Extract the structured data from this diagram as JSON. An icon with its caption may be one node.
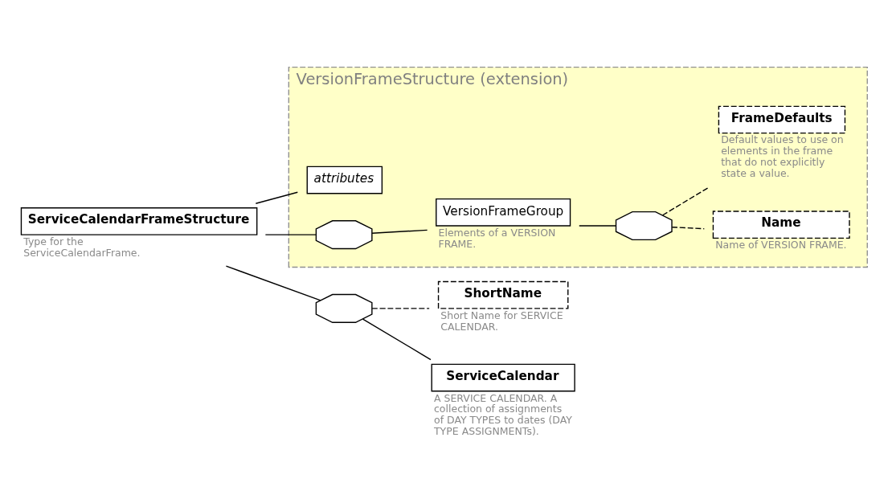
{
  "diagram": {
    "nodes": [
      {
        "text": [
          "ServiceCalendarFrameStructure"
        ],
        "beside": [
          "Type for the ServiceCalendarFrame."
        ]
      },
      {
        "text": [
          "VersionFrameStructure (extension)"
        ]
      },
      {
        "text": [
          "attributes"
        ],
        "in": 1
      },
      {
        "text": [],
        "shape": "octagon",
        "in": 1
      },
      {
        "text": [
          "VersionFrameGroup"
        ],
        "beside": [
          "Elements of a VERSION FRAME."
        ],
        "in": 1
      },
      {
        "text": [],
        "shape": "octagon",
        "in": 1
      },
      {
        "text": [
          "Name"
        ],
        "beside": [
          "Name of VERSION FRAME."
        ],
        "in": 1
      },
      {
        "text": [
          "FrameDefaults"
        ],
        "beside": [
          "Default values to use on elements in the frame  that do not explicitly state a value."
        ],
        "in": 1
      },
      {
        "text": [],
        "shape": "octagon"
      },
      {
        "text": [
          "ShortName"
        ],
        "beside": [
          "Short Name for SERVICE CALENDAR."
        ]
      },
      {
        "text": [
          "ServiceCalendar"
        ],
        "beside": [
          "A SERVICE CALENDAR. A collection of assignments of DAY TYPES to dates (DAY TYPE ASSIGNMENTs)."
        ]
      }
    ],
    "edges": [
      {
        "from": 0,
        "to": 2,
        "arrow": "none"
      },
      {
        "from": 0,
        "to": 3,
        "arrow": "none"
      },
      {
        "from": 0,
        "to": 8,
        "arrow": "none"
      },
      {
        "from": 3,
        "to": 4,
        "arrow": "none"
      },
      {
        "from": 4,
        "to": 5,
        "arrow": "none"
      },
      {
        "from": 5,
        "to": 6,
        "arrow": "none",
        "style": "dashed"
      },
      {
        "from": 5,
        "to": 7,
        "arrow": "none",
        "style": "dashed"
      },
      {
        "from": 8,
        "to": 9,
        "arrow": "none",
        "style": "dashed"
      },
      {
        "from": 8,
        "to": 10,
        "arrow": "none"
      }
    ]
  }
}
